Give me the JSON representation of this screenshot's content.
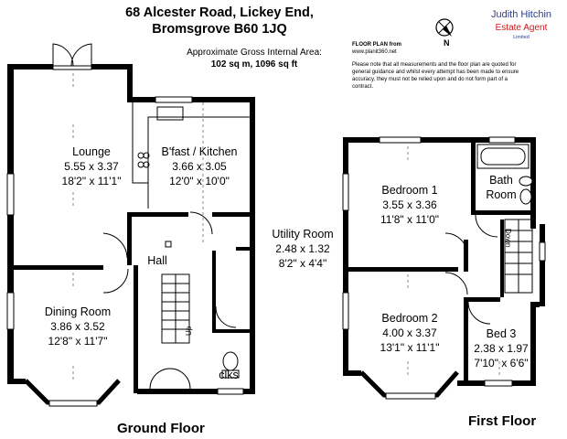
{
  "header": {
    "title_line1": "68 Alcester Road, Lickey End,",
    "title_line2": "Bromsgrove B60 1JQ",
    "area_label": "Approximate Gross Internal Area:",
    "area_value": "102 sq m, 1096 sq ft",
    "floor_plan_from": "FLOOR PLAN from",
    "floor_plan_url": "www.planit360.net",
    "disclaimer": "Please note that all measurements and the floor plan are quoted for general guidance and whilst every attempt has been made to ensure accuracy, they must not be relied upon and do not form part of a contract.",
    "compass_letter": "N"
  },
  "agent": {
    "name": "Judith Hitchin",
    "subtitle": "Estate Agent",
    "limited": "Limited"
  },
  "ground_floor": {
    "label": "Ground Floor",
    "rooms": {
      "lounge": {
        "name": "Lounge",
        "metric": "5.55 x 3.37",
        "imperial": "18'2\" x 11'1\""
      },
      "kitchen": {
        "name": "B'fast / Kitchen",
        "metric": "3.66 x 3.05",
        "imperial": "12'0\" x 10'0\""
      },
      "utility": {
        "name": "Utility Room",
        "metric": "2.48 x 1.32",
        "imperial": "8'2\" x 4'4\""
      },
      "hall": {
        "name": "Hall"
      },
      "dining": {
        "name": "Dining Room",
        "metric": "3.86 x 3.52",
        "imperial": "12'8\" x 11'7\""
      },
      "clks": {
        "name": "clks"
      }
    },
    "stair_label": "Up"
  },
  "first_floor": {
    "label": "First Floor",
    "rooms": {
      "bedroom1": {
        "name": "Bedroom 1",
        "metric": "3.55 x 3.36",
        "imperial": "11'8\" x 11'0\""
      },
      "bathroom": {
        "name_line1": "Bath",
        "name_line2": "Room"
      },
      "bedroom2": {
        "name": "Bedroom 2",
        "metric": "4.00 x 3.37",
        "imperial": "13'1\" x 11'1\""
      },
      "bed3": {
        "name": "Bed 3",
        "metric": "2.38 x 1.97",
        "imperial": "7'10\" x 6'6\""
      }
    },
    "stair_label": "Down"
  }
}
